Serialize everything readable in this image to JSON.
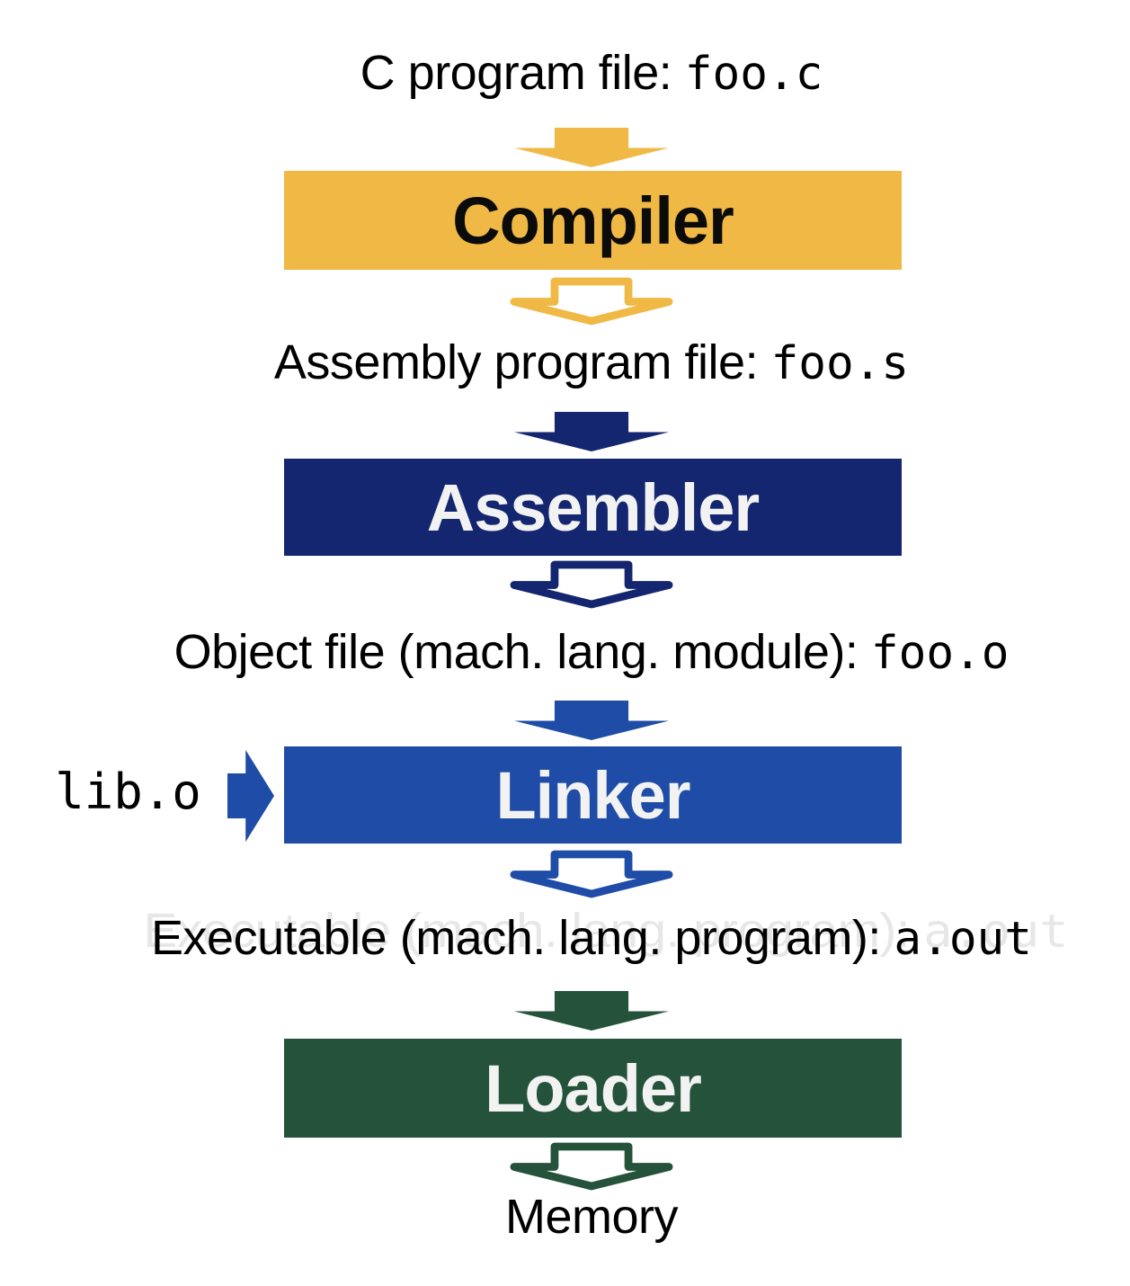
{
  "colors": {
    "background": "#ffffff",
    "text": "#000000",
    "ghost_text": "#e7e7e7",
    "compiler": "#f0b945",
    "assembler": "#13266f",
    "linker": "#1e4ca7",
    "loader": "#25523a",
    "box_label_light": "#f2f2f2",
    "box_label_dark": "#0b0b0b"
  },
  "flow": [
    {
      "kind": "file",
      "prefix": "C program file: ",
      "code": "foo.c"
    },
    {
      "kind": "stage",
      "label": "Compiler"
    },
    {
      "kind": "file",
      "prefix": "Assembly program file: ",
      "code": "foo.s"
    },
    {
      "kind": "stage",
      "label": "Assembler"
    },
    {
      "kind": "file",
      "prefix": "Object file (mach. lang. module): ",
      "code": "foo.o"
    },
    {
      "kind": "stage",
      "label": "Linker",
      "side_input": "lib.o"
    },
    {
      "kind": "file",
      "prefix": "Executable (mach. lang. program): ",
      "code": "a.out",
      "has_ghost": true
    },
    {
      "kind": "stage",
      "label": "Loader"
    },
    {
      "kind": "terminal",
      "label": "Memory"
    }
  ]
}
